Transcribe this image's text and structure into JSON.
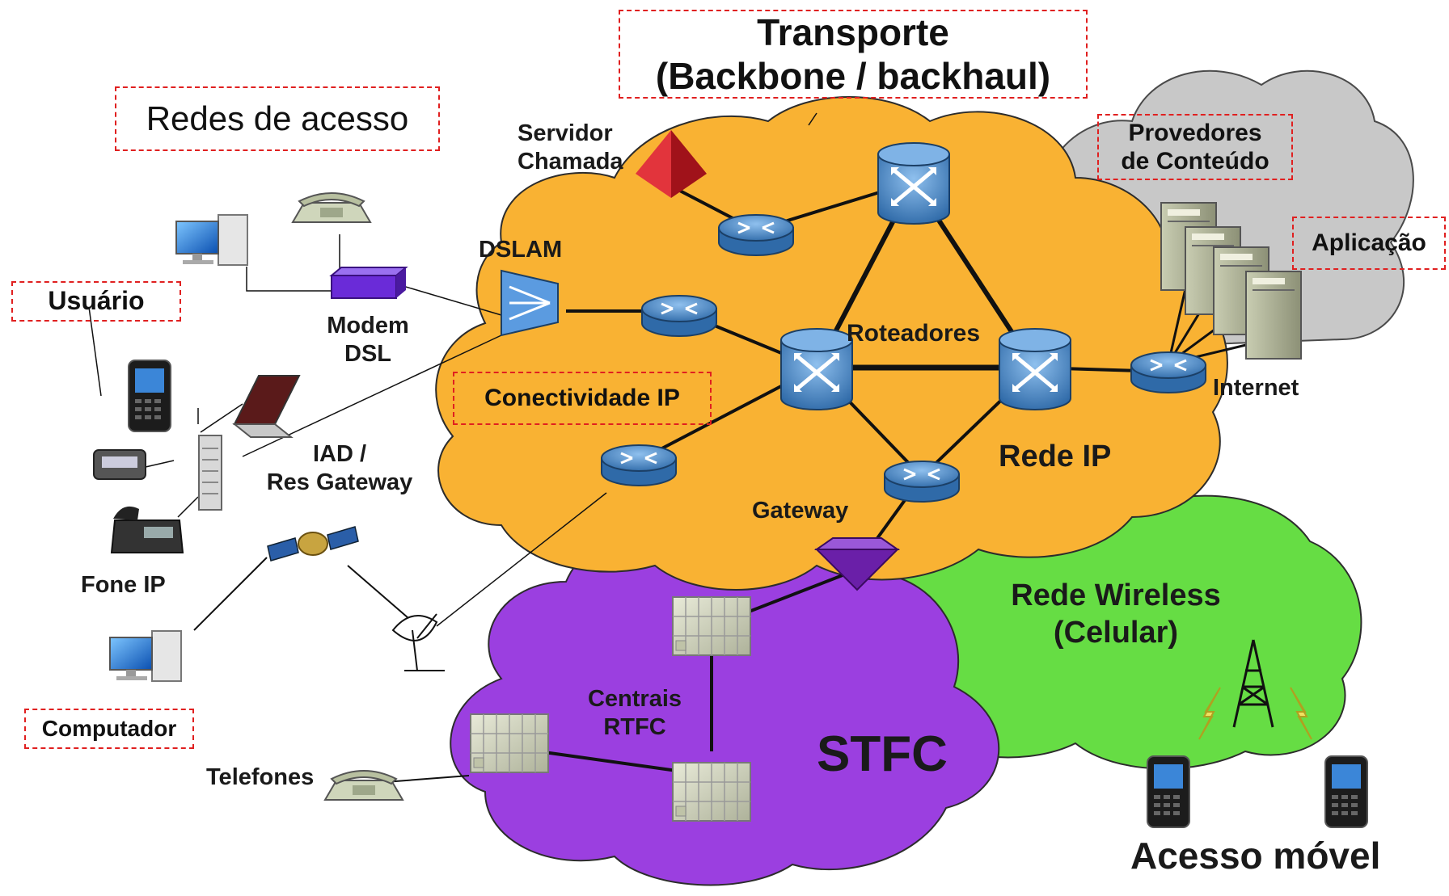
{
  "labels": {
    "transport_line1": "Transporte",
    "transport_line2": "(Backbone / backhaul)",
    "access_networks": "Redes de acesso",
    "content_providers_line1": "Provedores",
    "content_providers_line2": "de Conteúdo",
    "application": "Aplicação",
    "user": "Usuário",
    "ip_connectivity": "Conectividade IP",
    "computer": "Computador",
    "call_server_line1": "Servidor",
    "call_server_line2": "Chamada",
    "dslam": "DSLAM",
    "modem_line1": "Modem",
    "modem_line2": "DSL",
    "routers": "Roteadores",
    "internet": "Internet",
    "ip_network": "Rede IP",
    "iad_line1": "IAD /",
    "iad_line2": "Res Gateway",
    "gateway": "Gateway",
    "ip_phone": "Fone IP",
    "wireless_line1": "Rede  Wireless",
    "wireless_line2": "(Celular)",
    "exchanges_line1": "Centrais",
    "exchanges_line2": "RTFC",
    "pstn": "STFC",
    "telephones": "Telefones",
    "mobile_access": "Acesso móvel"
  },
  "colors": {
    "ip_cloud": "#f9b233",
    "content_cloud": "#c8c8c8",
    "pstn_cloud": "#9b3fe0",
    "wireless_cloud": "#66dd44",
    "dashed_box": "#e02020",
    "router": "#4a86c8",
    "call_server": "#d0202a"
  },
  "icons": [
    "router-icon",
    "switch-router-icon",
    "server-icon",
    "phone-icon",
    "computer-icon",
    "laptop-icon",
    "smartphone-icon",
    "satellite-icon",
    "dish-icon",
    "tower-icon",
    "lightning-icon",
    "modem-icon",
    "dslam-icon",
    "gateway-icon",
    "pstn-exchange-icon",
    "pyramid-icon"
  ]
}
